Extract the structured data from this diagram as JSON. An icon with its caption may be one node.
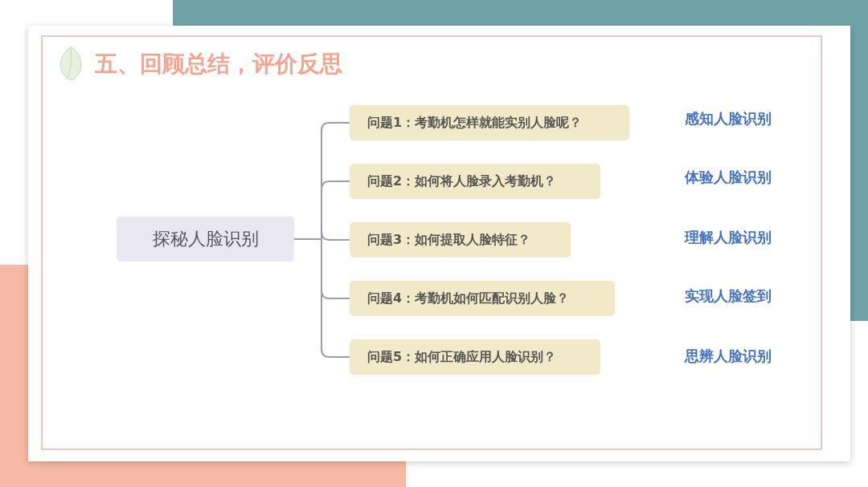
{
  "diagram": {
    "title": "五、回顾总结，评价反思",
    "nodes": [
      {
        "text": [
          "探秘人脸识别"
        ]
      },
      {
        "text": [
          "问题1：考勤机怎样就能实别人脸呢？"
        ]
      },
      {
        "text": [
          "问题2：如何将人脸录入考勤机？"
        ]
      },
      {
        "text": [
          "问题3：如何提取人脸特征？"
        ]
      },
      {
        "text": [
          "问题4：考勤机如何匹配识别人脸？"
        ]
      },
      {
        "text": [
          "问题5：如何正确应用人脸识别？"
        ]
      }
    ],
    "edges": [
      {
        "from": 0,
        "to": 1,
        "arrow": "none"
      },
      {
        "from": 0,
        "to": 2,
        "arrow": "none"
      },
      {
        "from": 0,
        "to": 3,
        "arrow": "none"
      },
      {
        "from": 0,
        "to": 4,
        "arrow": "none"
      },
      {
        "from": 0,
        "to": 5,
        "arrow": "none"
      }
    ],
    "labels": [
      "感知人脸识别",
      "体验人脸识别",
      "理解人脸识别",
      "实现人脸签到",
      "思辨人脸识别"
    ]
  }
}
